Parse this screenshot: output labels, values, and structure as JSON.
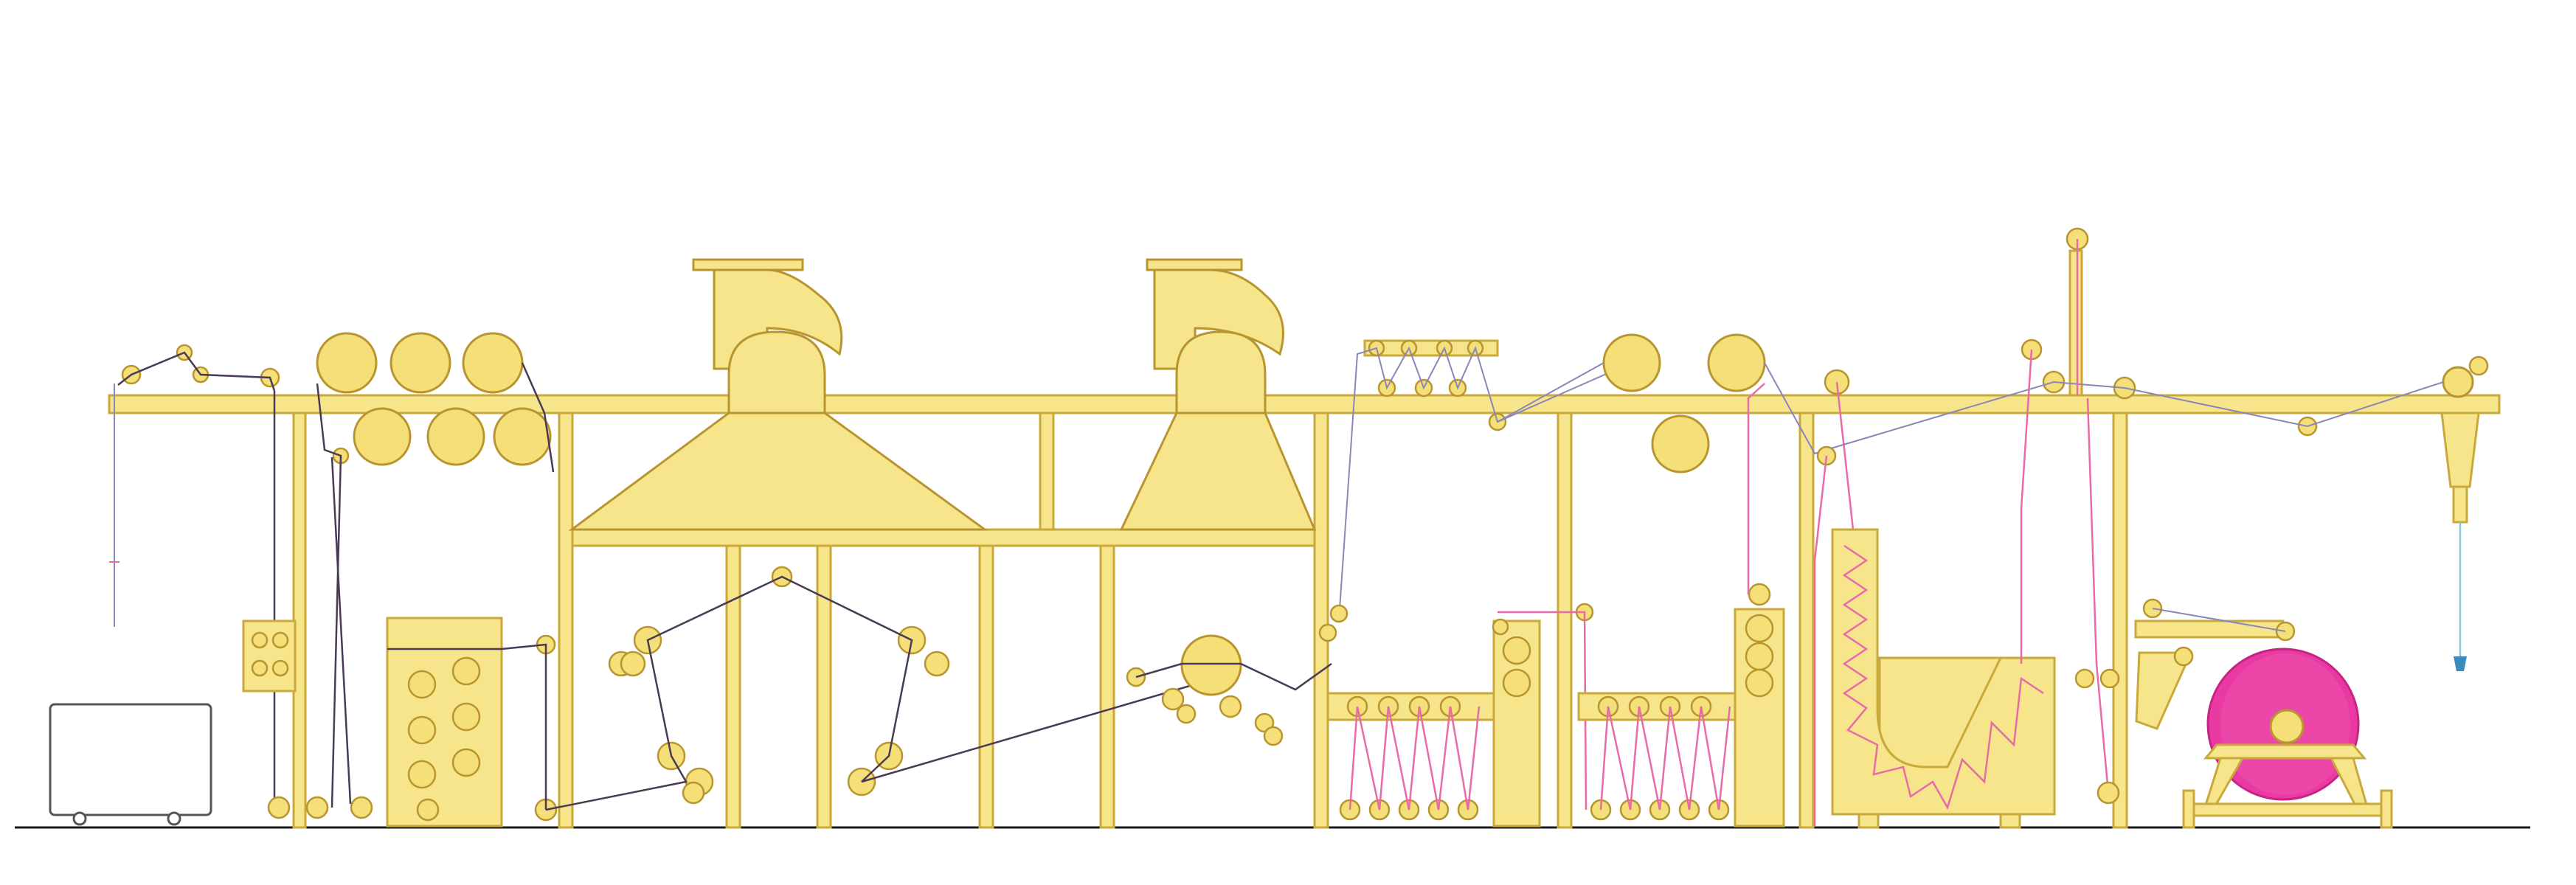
{
  "diagram": {
    "description_visible_text": [],
    "colors": {
      "machine_fill": "#f6e58a",
      "machine_outline": "#b8952e",
      "fabric_dark": "#4a3a55",
      "fabric_light": "#8a86b8",
      "fabric_pink": "#e86aa8",
      "take_up_roll": "#e83aa0",
      "floor_line": "#1a1a1a",
      "background": "#ffffff"
    },
    "sections": [
      "feed-cart",
      "entry-rollers",
      "drying-range-with-two-hoods",
      "washing-boxes",
      "j-box",
      "batching-take-up"
    ]
  }
}
